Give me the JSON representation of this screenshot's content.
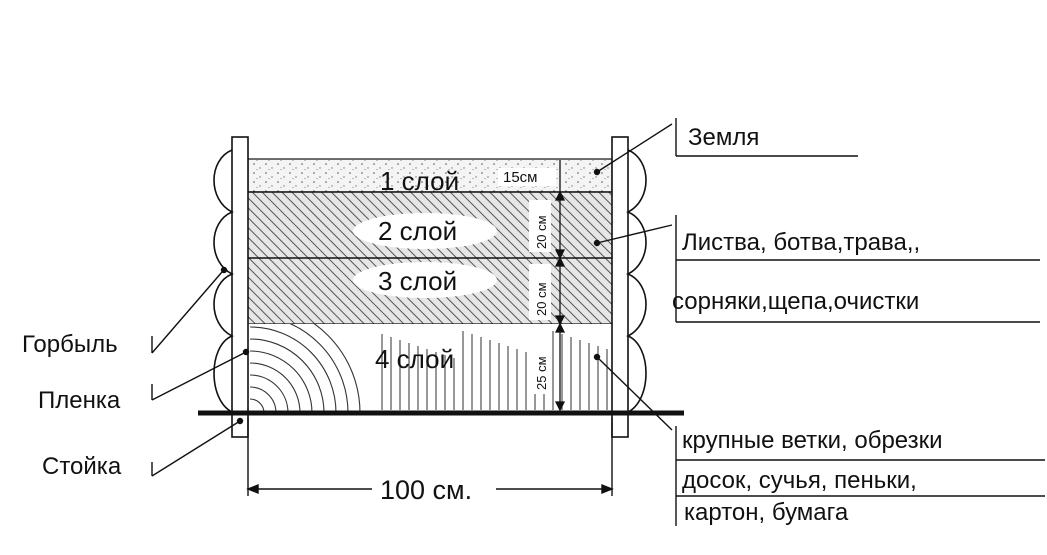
{
  "layers": [
    {
      "id": "layer-4",
      "label": "4 слой",
      "thickness": "15см",
      "fill": "earth"
    },
    {
      "id": "layer-3",
      "label": "3 слой",
      "thickness": "20 см",
      "fill": "leaves"
    },
    {
      "id": "layer-2",
      "label": "2 слой",
      "thickness": "20 см",
      "fill": "leaves"
    },
    {
      "id": "layer-1",
      "label": "1 слой",
      "thickness": "25 см",
      "fill": "wood"
    }
  ],
  "width_label": "100 см.",
  "legend": {
    "earth": "Земля",
    "leaves_line1": "Листва, ботва,трава,,",
    "leaves_line2": "сорняки,щепа,очистки",
    "wood_line1": "крупные ветки, обрезки",
    "wood_line2": "досок, сучья, пеньки,",
    "wood_line3": "картон, бумага"
  },
  "parts": {
    "slab": "Горбыль",
    "film": "Пленка",
    "post": "Стойка"
  },
  "colors": {
    "ink": "#111111",
    "earth": "#f2f2f2",
    "hatch": "#555555",
    "wood_bg": "#ffffff"
  }
}
